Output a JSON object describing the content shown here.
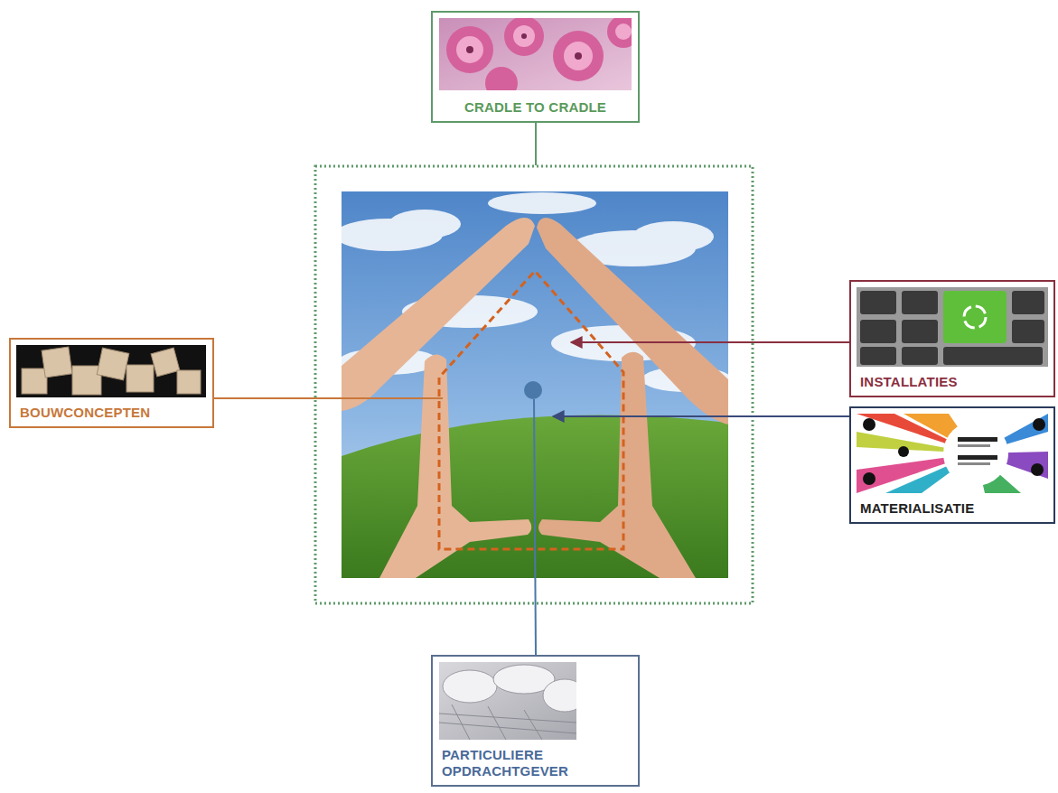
{
  "diagram": {
    "nodes": [
      {
        "text": [
          "CRADLE TO CRADLE"
        ]
      },
      {
        "text": [
          "BOUWCONCEPTEN"
        ]
      },
      {
        "text": [
          "INSTALLATIES"
        ]
      },
      {
        "text": [
          "MATERIALISATIE"
        ]
      },
      {
        "text": [
          "PARTICULIERE OPDRACHTGEVER"
        ]
      }
    ]
  }
}
